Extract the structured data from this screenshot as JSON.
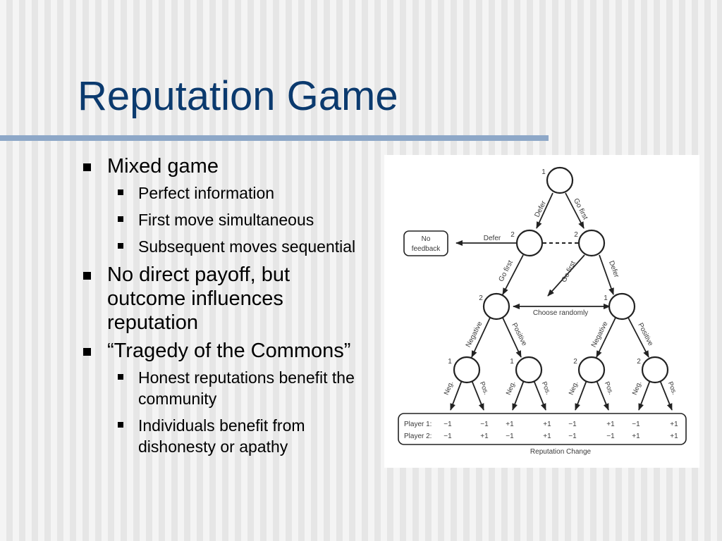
{
  "slide": {
    "title": "Reputation Game",
    "bullets": [
      {
        "text": "Mixed game",
        "sub": [
          "Perfect information",
          "First move simultaneous",
          "Subsequent moves sequential"
        ]
      },
      {
        "text": "No direct payoff, but outcome influences reputation",
        "sub": []
      },
      {
        "text": "“Tragedy of the Commons”",
        "sub": [
          "Honest reputations benefit the community",
          "Individuals benefit from dishonesty or apathy"
        ]
      }
    ]
  },
  "diagram": {
    "nodes": {
      "root": "1",
      "p2_left": "2",
      "p2_right": "2",
      "mid_left": "2",
      "mid_right": "1",
      "leaf_a": "1",
      "leaf_b": "1",
      "leaf_c": "2",
      "leaf_d": "2"
    },
    "no_feedback": {
      "line1": "No",
      "line2": "feedback"
    },
    "edges": {
      "root_defer": "Defer",
      "root_go_first": "Go first",
      "left_defer": "Defer",
      "left_go_first": "Go first",
      "right_go_first": "Go first",
      "right_defer": "Defer",
      "choose_randomly": "Choose randomly",
      "negative": "Negative",
      "positive": "Positive",
      "neg": "Neg.",
      "pos": "Pos."
    },
    "payoffs": {
      "player1_label": "Player 1:",
      "player2_label": "Player 2:",
      "player1": [
        "−1",
        "−1",
        "+1",
        "+1",
        "−1",
        "+1",
        "−1",
        "+1"
      ],
      "player2": [
        "−1",
        "+1",
        "−1",
        "+1",
        "−1",
        "−1",
        "+1",
        "+1"
      ],
      "caption": "Reputation Change"
    }
  }
}
